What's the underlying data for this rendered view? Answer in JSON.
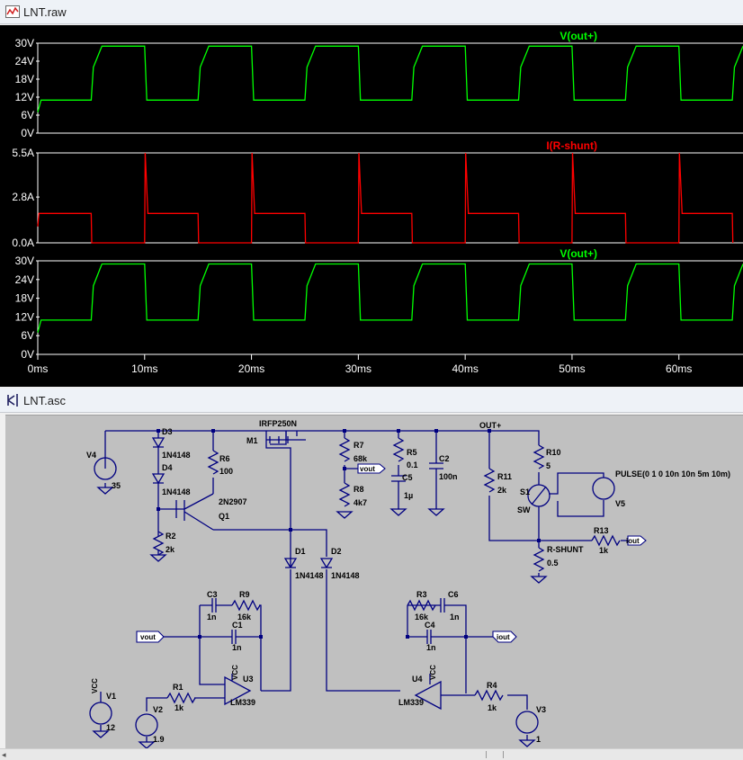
{
  "raw_window": {
    "title": "LNT.raw",
    "icon": "waveform-icon",
    "panes": [
      {
        "trace": "V(out+)",
        "color": "#00ff00",
        "y_ticks": [
          "30V",
          "24V",
          "18V",
          "12V",
          "6V",
          "0V"
        ]
      },
      {
        "trace": "I(R-shunt)",
        "color": "#ff0000",
        "y_ticks": [
          "5.5A",
          "2.8A",
          "0.0A"
        ]
      },
      {
        "trace": "V(out+)",
        "color": "#00ff00",
        "y_ticks": [
          "30V",
          "24V",
          "18V",
          "12V",
          "6V",
          "0V"
        ]
      }
    ],
    "x_ticks": [
      "0ms",
      "10ms",
      "20ms",
      "30ms",
      "40ms",
      "50ms",
      "60ms"
    ]
  },
  "chart_data": [
    {
      "type": "line",
      "title": "",
      "series": [
        {
          "name": "V(out+)",
          "x": [
            0,
            0.3,
            5,
            5.2,
            6,
            10,
            10.2,
            15,
            15.2,
            16,
            20,
            20.2,
            25,
            25.2,
            26,
            30,
            30.2,
            35,
            35.2,
            36,
            40,
            40.2,
            45,
            45.2,
            46,
            50,
            50.2,
            55,
            55.2,
            56,
            60,
            60.2,
            65,
            65.2,
            66
          ],
          "y": [
            7,
            11,
            11,
            22,
            29,
            29,
            11,
            11,
            22,
            29,
            29,
            11,
            11,
            22,
            29,
            29,
            11,
            11,
            22,
            29,
            29,
            11,
            11,
            22,
            29,
            29,
            11,
            11,
            22,
            29,
            29,
            11,
            11,
            22,
            29
          ]
        }
      ],
      "xlabel": "",
      "ylabel": "",
      "ylim": [
        0,
        30
      ],
      "xlim": [
        0,
        66
      ]
    },
    {
      "type": "line",
      "title": "",
      "series": [
        {
          "name": "I(R-shunt)",
          "x": [
            0,
            0.1,
            5,
            5.05,
            10,
            10.05,
            10.3,
            15,
            15.05,
            20,
            20.05,
            20.3,
            25,
            25.05,
            30,
            30.05,
            30.3,
            35,
            35.05,
            40,
            40.05,
            40.3,
            45,
            45.05,
            50,
            50.05,
            50.3,
            55,
            55.05,
            60,
            60.05,
            60.3,
            65,
            65.05
          ],
          "y": [
            1,
            1.8,
            1.8,
            0,
            0,
            5.5,
            1.8,
            1.8,
            0,
            0,
            5.5,
            1.8,
            1.8,
            0,
            0,
            5.5,
            1.8,
            1.8,
            0,
            0,
            5.5,
            1.8,
            1.8,
            0,
            0,
            5.5,
            1.8,
            1.8,
            0,
            0,
            5.5,
            1.8,
            1.8,
            0
          ]
        }
      ],
      "xlabel": "",
      "ylabel": "",
      "ylim": [
        0,
        5.5
      ],
      "xlim": [
        0,
        66
      ]
    },
    {
      "type": "line",
      "title": "",
      "series": [
        {
          "name": "V(out+)",
          "x": [
            0,
            0.3,
            5,
            5.2,
            6,
            10,
            10.2,
            15,
            15.2,
            16,
            20,
            20.2,
            25,
            25.2,
            26,
            30,
            30.2,
            35,
            35.2,
            36,
            40,
            40.2,
            45,
            45.2,
            46,
            50,
            50.2,
            55,
            55.2,
            56,
            60,
            60.2,
            65,
            65.2,
            66
          ],
          "y": [
            7,
            11,
            11,
            22,
            29,
            29,
            11,
            11,
            22,
            29,
            29,
            11,
            11,
            22,
            29,
            29,
            11,
            11,
            22,
            29,
            29,
            11,
            11,
            22,
            29,
            29,
            11,
            11,
            22,
            29,
            29,
            11,
            11,
            22,
            29
          ]
        }
      ],
      "xlabel": "",
      "ylabel": "",
      "ylim": [
        0,
        30
      ],
      "xlim": [
        0,
        66
      ]
    }
  ],
  "asc_window": {
    "title": "LNT.asc",
    "icon": "schematic-icon"
  },
  "schematic": {
    "labels": {
      "mosfet_model": "IRFP250N",
      "mosfet_ref": "M1",
      "d3": "D3",
      "d3_model": "1N4148",
      "d4": "D4",
      "d4_model": "1N4148",
      "v4": "V4",
      "v4_val": "35",
      "r6": "R6",
      "r6_val": "100",
      "q1": "Q1",
      "q1_model": "2N2907",
      "r2": "R2",
      "r2_val": "2k",
      "r7": "R7",
      "r7_val": "68k",
      "r8": "R8",
      "r8_val": "4k7",
      "vout_flag": "vout",
      "r5": "R5",
      "r5_val": "0.1",
      "c5": "C5",
      "c5_val": "1µ",
      "c2": "C2",
      "c2_val": "100n",
      "out_plus": "OUT+",
      "r10": "R10",
      "r10_val": "5",
      "r11": "R11",
      "r11_val": "2k",
      "s1": "S1",
      "s1_model": "SW",
      "pulse": "PULSE(0 1 0 10n 10n 5m 10m)",
      "v5": "V5",
      "r13": "R13",
      "r13_val": "1k",
      "iout_flag": "iout",
      "rshunt": "R-SHUNT",
      "rshunt_val": "0.5",
      "d1": "D1",
      "d1_model": "1N4148",
      "d2": "D2",
      "d2_model": "1N4148",
      "c3": "C3",
      "c3_val": "1n",
      "r9": "R9",
      "r9_val": "16k",
      "c1": "C1",
      "c1_val": "1n",
      "vout_in": "vout",
      "u3": "U3",
      "u3_model": "LM339",
      "vcc": "VCC",
      "r1": "R1",
      "r1_val": "1k",
      "v1": "V1",
      "v1_val": "12",
      "v2": "V2",
      "v2_val": "1.9",
      "r3": "R3",
      "r3_val": "16k",
      "c6": "C6",
      "c6_val": "1n",
      "c4": "C4",
      "c4_val": "1n",
      "iout_in": "iout",
      "u4": "U4",
      "u4_model": "LM339",
      "r4": "R4",
      "r4_val": "1k",
      "v3": "V3",
      "v3_val": "1"
    }
  }
}
